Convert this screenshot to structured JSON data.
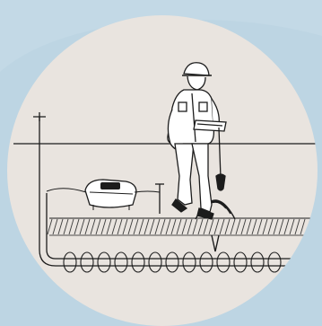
{
  "colors": {
    "background": "#bdd5e3",
    "backgroundShadow": "#a9c3d3",
    "disc": "#e9e4df",
    "ink": "#1c1c1c",
    "soilHatch": "#3a3a3a"
  },
  "elements": {
    "worker": "person-walking-with-locator-receiver",
    "transmitter": "signal-transmitter-unit",
    "ground_rod": "ground-stake",
    "pipe": "buried-pipe-with-coil-signal",
    "signal": "electromagnetic-signal-waves"
  }
}
